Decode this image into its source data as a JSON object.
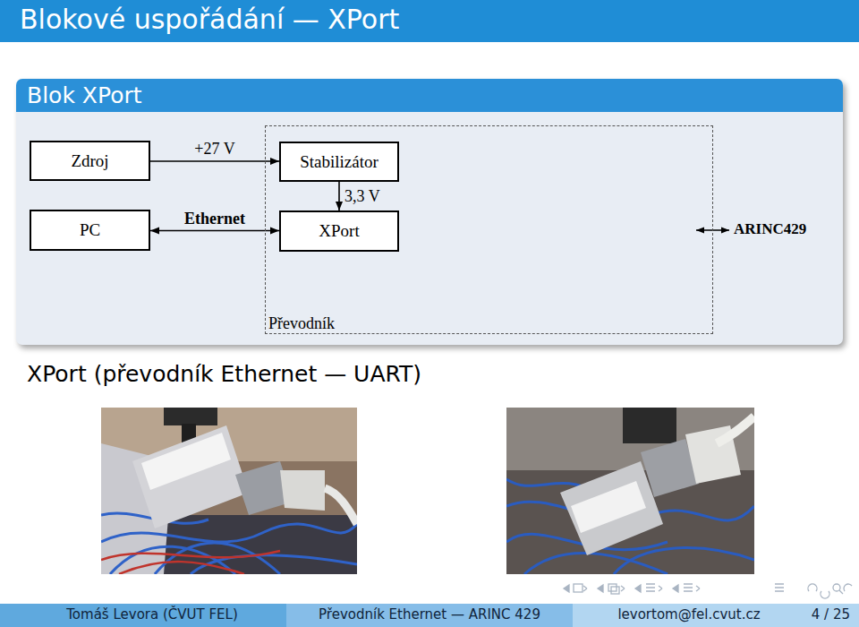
{
  "diagram": {
    "title": "Blokové uspořádání — XPort",
    "nodes": [
      {
        "text": [
          "Blok XPort"
        ]
      },
      {
        "text": [
          "Zdroj"
        ],
        "in": 0
      },
      {
        "text": [
          "PC"
        ],
        "in": 0
      },
      {
        "text": [
          "Převodník"
        ],
        "in": 0
      },
      {
        "text": [
          "Stabilizátor"
        ],
        "in": 3
      },
      {
        "text": [
          "XPort"
        ],
        "in": 3
      }
    ],
    "edges": [
      {
        "from": 1,
        "to": 4,
        "label": "+27 V",
        "arrow": "to"
      },
      {
        "from": 4,
        "to": 5,
        "label": "3,3 V",
        "arrow": "to"
      },
      {
        "from": 2,
        "to": 5,
        "label": "Ethernet",
        "arrow": "both"
      }
    ],
    "labels": [
      "ARINC429",
      "XPort (převodník Ethernet — UART)",
      "Tomáš Levora (ČVUT FEL)",
      "Převodník Ethernet — ARINC 429",
      "levortom@fel.cvut.cz",
      "4 / 25"
    ]
  }
}
